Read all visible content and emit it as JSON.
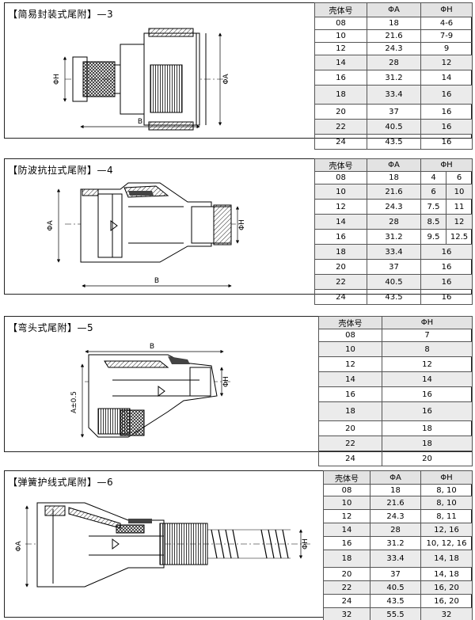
{
  "sections": [
    {
      "title": "【简易封装式尾附】—3",
      "dims": {
        "h": "ΦH",
        "a": "ΦA",
        "b": "B"
      },
      "headers": [
        "壳体号",
        "ΦA",
        "ΦH"
      ],
      "rows": [
        [
          "08",
          "18",
          "4-6"
        ],
        [
          "10",
          "21.6",
          "7-9"
        ],
        [
          "12",
          "24.3",
          "9"
        ],
        [
          "14",
          "28",
          "12"
        ],
        [
          "16",
          "31.2",
          "14"
        ],
        [
          "18",
          "33.4",
          "16"
        ],
        [
          "20",
          "37",
          "16"
        ],
        [
          "22",
          "40.5",
          "16"
        ],
        [
          "24",
          "43.5",
          "16"
        ]
      ]
    },
    {
      "title": "【防波抗拉式尾附】—4",
      "dims": {
        "h": "ΦH",
        "a": "ΦA",
        "b": "B"
      },
      "headers": [
        "壳体号",
        "ΦA",
        "ΦH"
      ],
      "rows": [
        [
          "08",
          "18",
          "4",
          "6"
        ],
        [
          "10",
          "21.6",
          "6",
          "10"
        ],
        [
          "12",
          "24.3",
          "7.5",
          "11"
        ],
        [
          "14",
          "28",
          "8.5",
          "12"
        ],
        [
          "16",
          "31.2",
          "9.5",
          "12.5"
        ],
        [
          "18",
          "33.4",
          "16"
        ],
        [
          "20",
          "37",
          "16"
        ],
        [
          "22",
          "40.5",
          "16"
        ],
        [
          "24",
          "43.5",
          "16"
        ]
      ]
    },
    {
      "title": "【弯头式尾附】—5",
      "dims": {
        "h": "ΦH",
        "a": "A±0.5",
        "b": "B"
      },
      "headers": [
        "壳体号",
        "ΦH"
      ],
      "rows": [
        [
          "08",
          "7"
        ],
        [
          "10",
          "8"
        ],
        [
          "12",
          "12"
        ],
        [
          "14",
          "14"
        ],
        [
          "16",
          "16"
        ],
        [
          "18",
          "16"
        ],
        [
          "20",
          "18"
        ],
        [
          "22",
          "18"
        ],
        [
          "24",
          "20"
        ]
      ]
    },
    {
      "title": "【弹簧护线式尾附】—6",
      "dims": {
        "h": "ΦH",
        "a": "ΦA"
      },
      "headers": [
        "壳体号",
        "ΦA",
        "ΦH"
      ],
      "rows": [
        [
          "08",
          "18",
          "8, 10"
        ],
        [
          "10",
          "21.6",
          "8, 10"
        ],
        [
          "12",
          "24.3",
          "8, 11"
        ],
        [
          "14",
          "28",
          "12, 16"
        ],
        [
          "16",
          "31.2",
          "10, 12, 16"
        ],
        [
          "18",
          "33.4",
          "14, 18"
        ],
        [
          "20",
          "37",
          "14, 18"
        ],
        [
          "22",
          "40.5",
          "16, 20"
        ],
        [
          "24",
          "43.5",
          "16, 20"
        ],
        [
          "32",
          "55.5",
          "32"
        ]
      ]
    }
  ]
}
